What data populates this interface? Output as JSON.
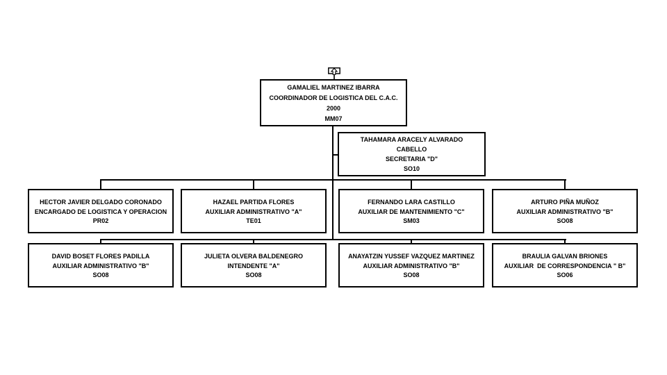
{
  "org_chart": {
    "colors": {
      "background": "#ffffff",
      "box_border": "#000000",
      "connector": "#000000",
      "text": "#000000"
    },
    "root": {
      "name": "GAMALIEL MARTINEZ IBARRA",
      "title": "COORDINADOR DE LOGISTICA DEL C.A.C.",
      "unit": "2000",
      "code": "MM07"
    },
    "assistant": {
      "name_line1": "TAHAMARA ARACELY ALVARADO",
      "name_line2": "CABELLO",
      "title": "SECRETARIA \"D\"",
      "code": "SO10"
    },
    "row2": [
      {
        "name": "HECTOR JAVIER DELGADO CORONADO",
        "title": "ENCARGADO DE LOGISTICA Y OPERACION",
        "code": "PR02"
      },
      {
        "name": "HAZAEL PARTIDA FLORES",
        "title": "AUXILIAR ADMINISTRATIVO \"A\"",
        "code": "TE01"
      },
      {
        "name": "FERNANDO LARA CASTILLO",
        "title": "AUXILIAR DE MANTENIMIENTO \"C\"",
        "code": "SM03"
      },
      {
        "name": "ARTURO PIÑA MUÑOZ",
        "title": "AUXILIAR ADMINISTRATIVO \"B\"",
        "code": "SO08"
      }
    ],
    "row3": [
      {
        "name": "DAVID BOSET FLORES PADILLA",
        "title": "AUXILIAR ADMINISTRATIVO \"B\"",
        "code": "SO08"
      },
      {
        "name": "JULIETA OLVERA BALDENEGRO",
        "title": "INTENDENTE \"A\"",
        "code": "SO08"
      },
      {
        "name": "ANAYATZIN YUSSEF VAZQUEZ MARTINEZ",
        "title": "AUXILIAR ADMINISTRATIVO \"B\"",
        "code": "SO08"
      },
      {
        "name": "BRAULIA GALVAN BRIONES",
        "title": "AUXILIAR  DE CORRESPONDENCIA \" B\"",
        "code": "SO06"
      }
    ],
    "icons": {
      "top_icon": "up-arrow-link-icon"
    }
  }
}
